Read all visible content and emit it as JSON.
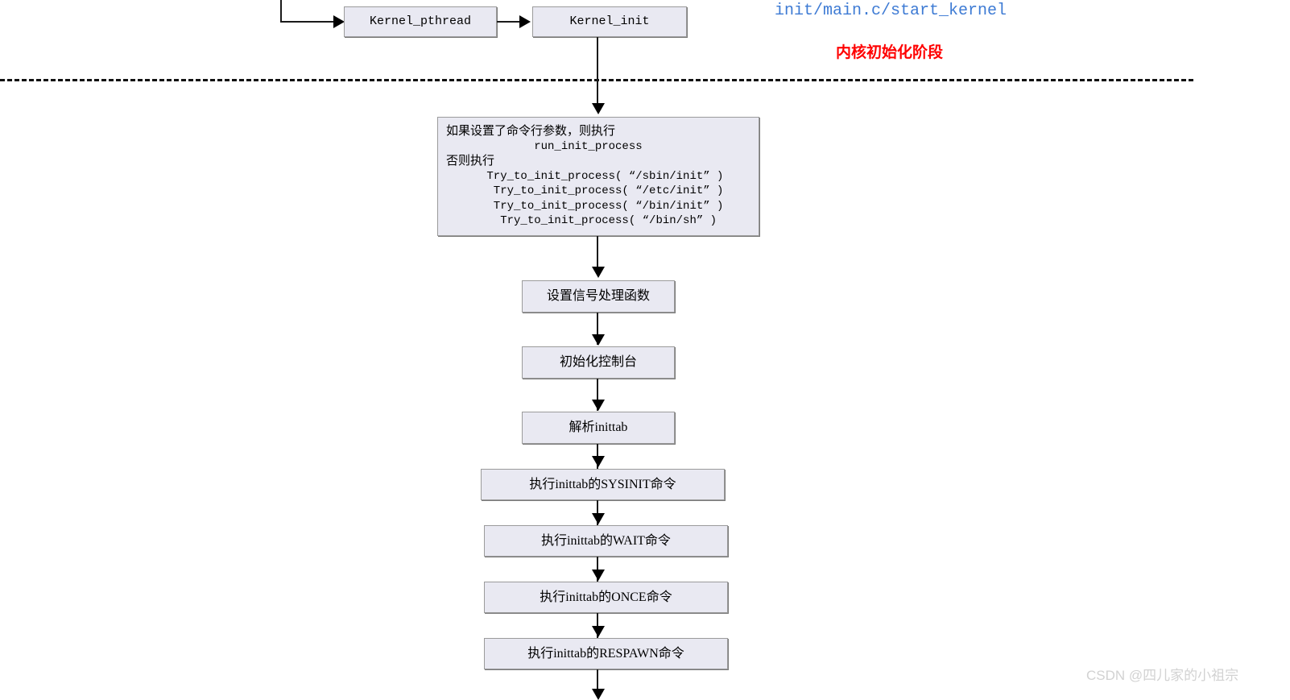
{
  "diagram": {
    "title": "Linux kernel init / busybox init flow",
    "colors": {
      "node_fill": "#e9e9f2",
      "node_border": "#9b9b9b",
      "connector": "#1a1a1a",
      "annotation_path": "#3e7bd4",
      "annotation_phase": "#ff0000",
      "watermark": "#d2d2d2"
    }
  },
  "annotations": {
    "source_path": "init/main.c/start_kernel",
    "phase_label": "内核初始化阶段"
  },
  "top_nodes": [
    {
      "id": "kernel_pthread",
      "label": "Kernel_pthread"
    },
    {
      "id": "kernel_init",
      "label": "Kernel_init"
    }
  ],
  "init_process_box": {
    "lines": [
      {
        "text": "如果设置了命令行参数，则执行",
        "style": "text"
      },
      {
        "text": "             run_init_process",
        "style": "code"
      },
      {
        "text": "否则执行",
        "style": "text"
      },
      {
        "text": "      Try_to_init_process( “/sbin/init” )",
        "style": "code"
      },
      {
        "text": "       Try_to_init_process( “/etc/init” )",
        "style": "code"
      },
      {
        "text": "       Try_to_init_process( “/bin/init” )",
        "style": "code"
      },
      {
        "text": "        Try_to_init_process( “/bin/sh” )",
        "style": "code"
      }
    ]
  },
  "steps": [
    {
      "id": "setup_signal_handlers",
      "label": "设置信号处理函数"
    },
    {
      "id": "init_console",
      "label": "初始化控制台"
    },
    {
      "id": "parse_inittab",
      "label": "解析inittab"
    },
    {
      "id": "run_sysinit",
      "label": "执行inittab的SYSINIT命令"
    },
    {
      "id": "run_wait",
      "label": "执行inittab的WAIT命令"
    },
    {
      "id": "run_once",
      "label": "执行inittab的ONCE命令"
    },
    {
      "id": "run_respawn",
      "label": "执行inittab的RESPAWN命令"
    }
  ],
  "footer": {
    "watermark": "CSDN @四儿家的小祖宗"
  }
}
